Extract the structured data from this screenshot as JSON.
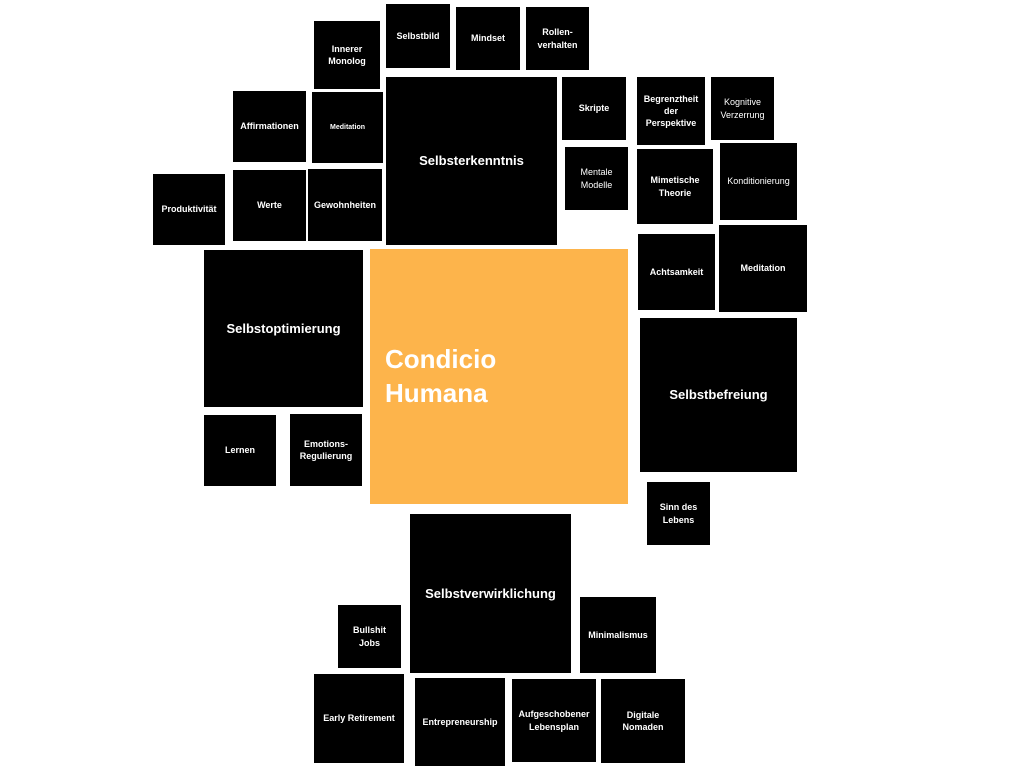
{
  "colors": {
    "accent": "#FDB44B",
    "tile": "#000000",
    "text": "#FFFFFF",
    "background": "#FFFFFF"
  },
  "center": "Condicio\nHumana",
  "main": {
    "selbsterkenntnis": "Selbsterkenntnis",
    "selbstoptimierung": "Selbstoptimierung",
    "selbstbefreiung": "Selbstbefreiung",
    "selbstverwirklichung": "Selbstverwirklichung"
  },
  "topics": {
    "innerer_monolog": "Innerer\nMonolog",
    "selbstbild": "Selbstbild",
    "mindset": "Mindset",
    "rollenverhalten": "Rollen-\nverhalten",
    "affirmationen": "Affirmationen",
    "meditation_small": "Meditation",
    "skripte": "Skripte",
    "begrenztheit": "Begrenztheit\nder\nPerspektive",
    "kognitive_verzerrung": "Kognitive\nVerzerrung",
    "produktivitaet": "Produktivität",
    "werte": "Werte",
    "gewohnheiten": "Gewohnheiten",
    "mentale_modelle": "Mentale\nModelle",
    "mimetische_theorie": "Mimetische\nTheorie",
    "konditionierung": "Konditionierung",
    "achtsamkeit": "Achtsamkeit",
    "meditation": "Meditation",
    "lernen": "Lernen",
    "emotions_regulierung": "Emotions-\nRegulierung",
    "sinn_des_lebens": "Sinn des\nLebens",
    "bullshit_jobs": "Bullshit\nJobs",
    "minimalismus": "Minimalismus",
    "early_retirement": "Early Retirement",
    "entrepreneurship": "Entrepreneurship",
    "aufgeschobener_lebensplan": "Aufgeschobener\nLebensplan",
    "digitale_nomaden": "Digitale\nNomaden"
  }
}
